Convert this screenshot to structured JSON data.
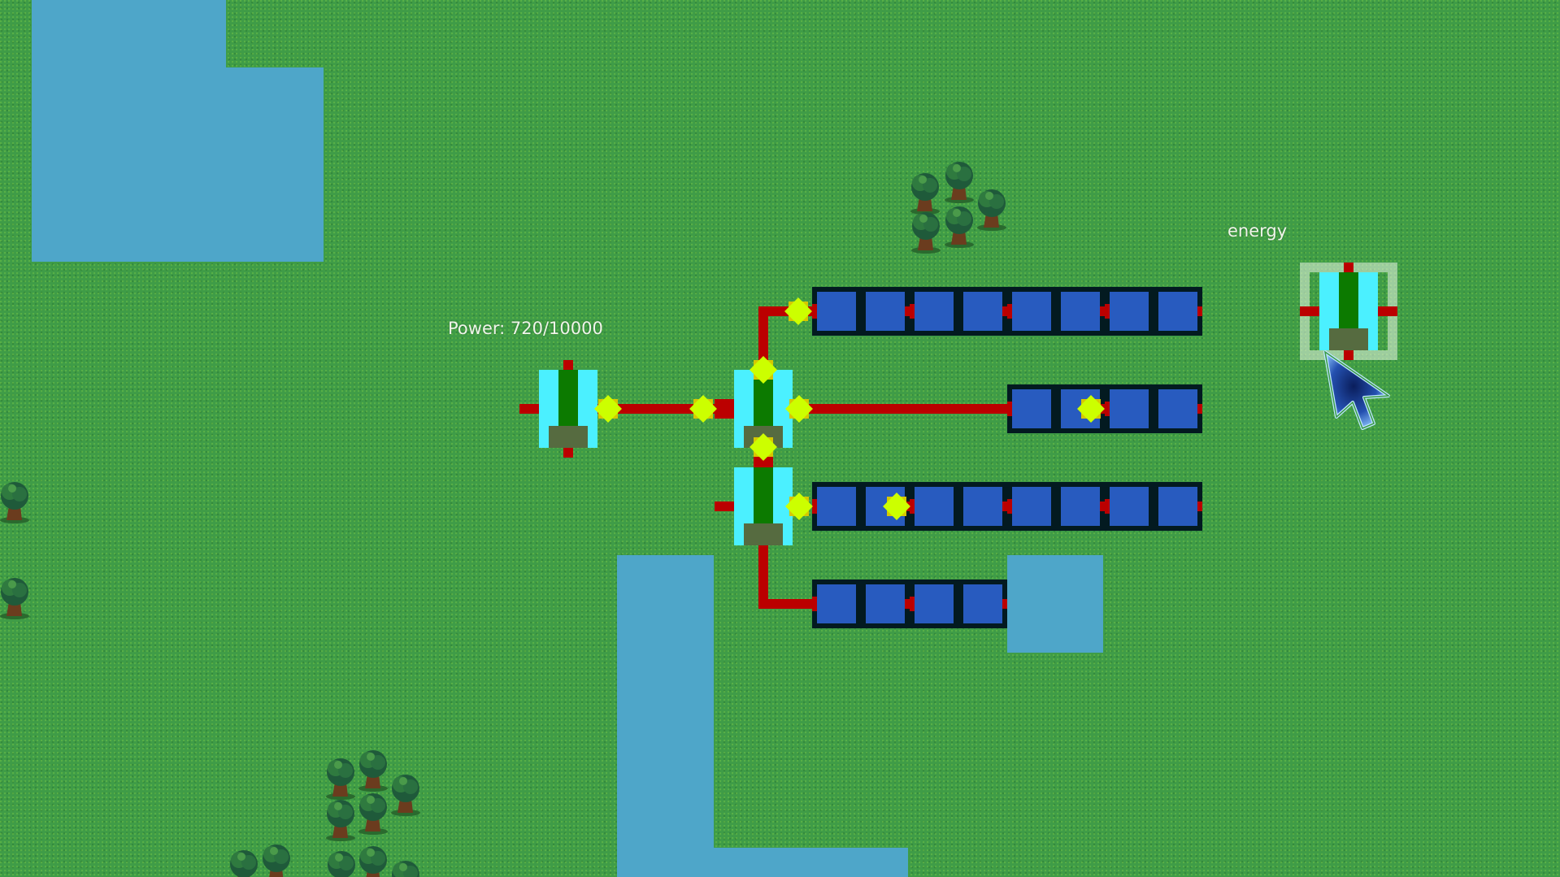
{
  "hud": {
    "power_text": "Power: 720/10000",
    "power_current": 720,
    "power_max": 10000
  },
  "tooltip": {
    "hovered_item": "energy"
  },
  "colors": {
    "grass": "#3f9c47",
    "water": "#4ea6c9",
    "pipe": "#bb0000",
    "generator_body": "#4bf0ff",
    "generator_core": "#0c7a00",
    "belt_cell": "#285bbf",
    "energy_packet": "#ccff00"
  },
  "entities": {
    "generators": 4,
    "belts": [
      {
        "name": "belt-row-1",
        "cells": 8
      },
      {
        "name": "belt-row-2",
        "cells": 4
      },
      {
        "name": "belt-row-3",
        "cells": 8
      },
      {
        "name": "belt-row-4",
        "cells": 4
      }
    ],
    "energy_packets": 9
  },
  "icons": {
    "cursor": "arrow-cursor-icon",
    "tree": "tree-icon"
  }
}
